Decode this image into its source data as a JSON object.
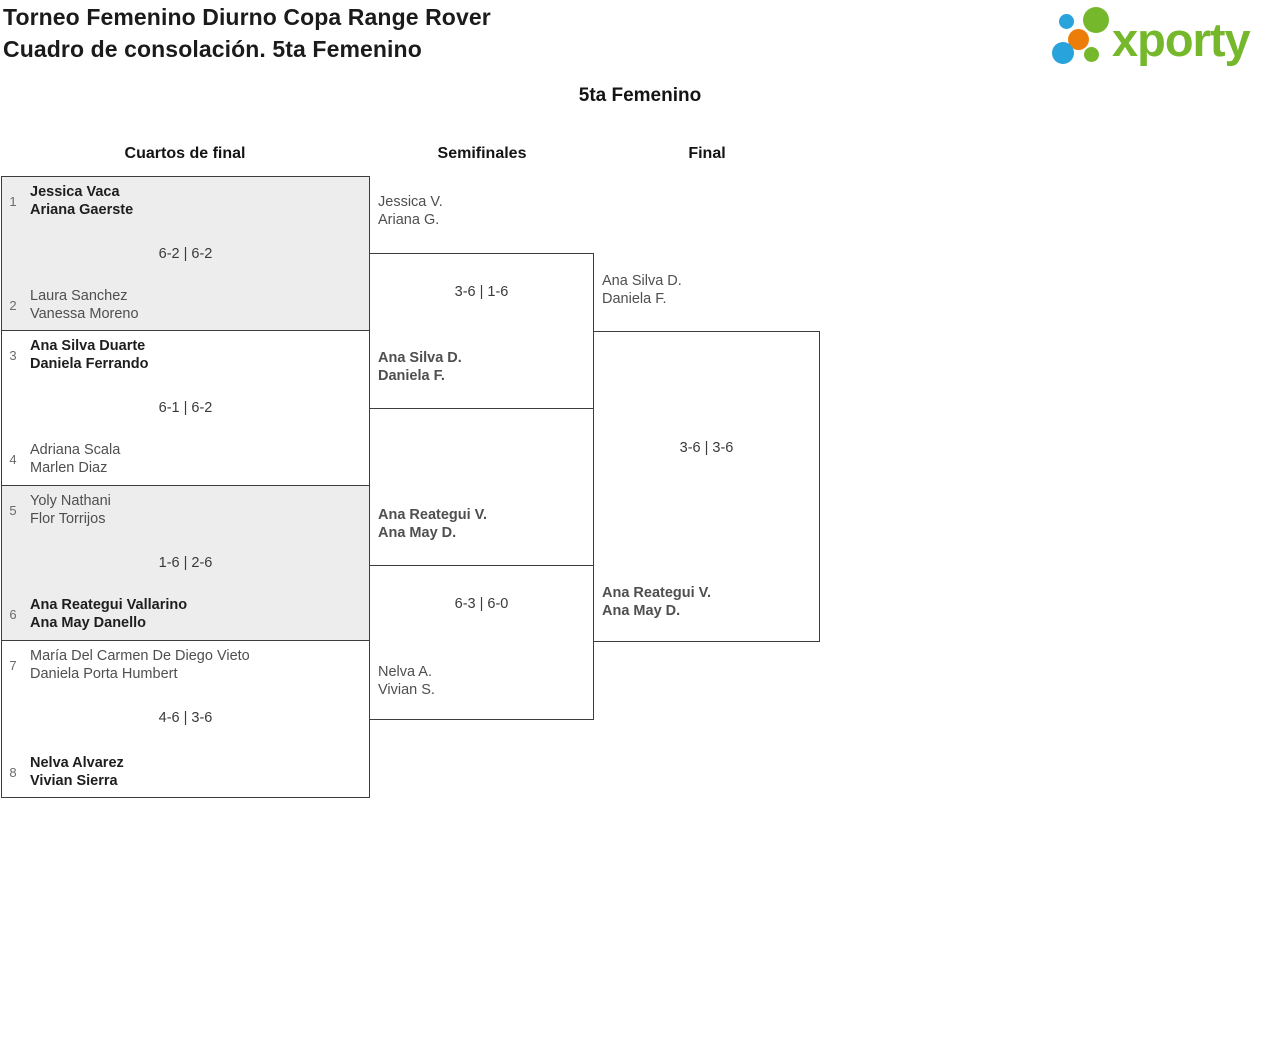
{
  "header": {
    "title_line1": "Torneo Femenino Diurno Copa Range Rover",
    "title_line2": "Cuadro de consolación. 5ta Femenino",
    "logo": {
      "text": "xporty"
    }
  },
  "category_title": "5ta Femenino",
  "round_headers": {
    "quarterfinals": "Cuartos de final",
    "semifinals": "Semifinales",
    "final": "Final"
  },
  "quarterfinals": [
    {
      "seed_top": "1",
      "team_top": [
        "Jessica Vaca",
        "Ariana Gaerste"
      ],
      "top_winner": true,
      "score": "6-2 | 6-2",
      "seed_bottom": "2",
      "team_bottom": [
        "Laura Sanchez",
        "Vanessa Moreno"
      ],
      "bottom_winner": false
    },
    {
      "seed_top": "3",
      "team_top": [
        "Ana Silva Duarte",
        "Daniela Ferrando"
      ],
      "top_winner": true,
      "score": "6-1 | 6-2",
      "seed_bottom": "4",
      "team_bottom": [
        "Adriana Scala",
        "Marlen Diaz"
      ],
      "bottom_winner": false
    },
    {
      "seed_top": "5",
      "team_top": [
        "Yoly Nathani",
        "Flor Torrijos"
      ],
      "top_winner": false,
      "score": "1-6 | 2-6",
      "seed_bottom": "6",
      "team_bottom": [
        "Ana Reategui Vallarino",
        "Ana May Danello"
      ],
      "bottom_winner": true
    },
    {
      "seed_top": "7",
      "team_top": [
        "María Del Carmen De Diego Vieto",
        "Daniela Porta Humbert"
      ],
      "top_winner": false,
      "score": "4-6 | 3-6",
      "seed_bottom": "8",
      "team_bottom": [
        "Nelva Alvarez",
        "Vivian Sierra"
      ],
      "bottom_winner": true
    }
  ],
  "semifinals": [
    {
      "team_top": [
        "Jessica V.",
        "Ariana G."
      ],
      "top_winner": false,
      "score": "3-6 | 1-6",
      "team_bottom": [
        "Ana Silva D.",
        "Daniela F."
      ],
      "bottom_winner": true
    },
    {
      "team_top": [
        "Ana Reategui V.",
        "Ana May D."
      ],
      "top_winner": true,
      "score": "6-3 | 6-0",
      "team_bottom": [
        "Nelva A.",
        "Vivian S."
      ],
      "bottom_winner": false
    }
  ],
  "final": {
    "team_top": [
      "Ana Silva D.",
      "Daniela F."
    ],
    "top_winner": false,
    "score": "3-6 | 3-6",
    "team_bottom": [
      "Ana Reategui V.",
      "Ana May D."
    ],
    "bottom_winner": true
  },
  "colors": {
    "accent_green": "#76b82b",
    "accent_blue": "#29a3dc",
    "accent_orange": "#ec7d08",
    "shaded_box": "#ededed",
    "border": "#3d3d3d"
  }
}
